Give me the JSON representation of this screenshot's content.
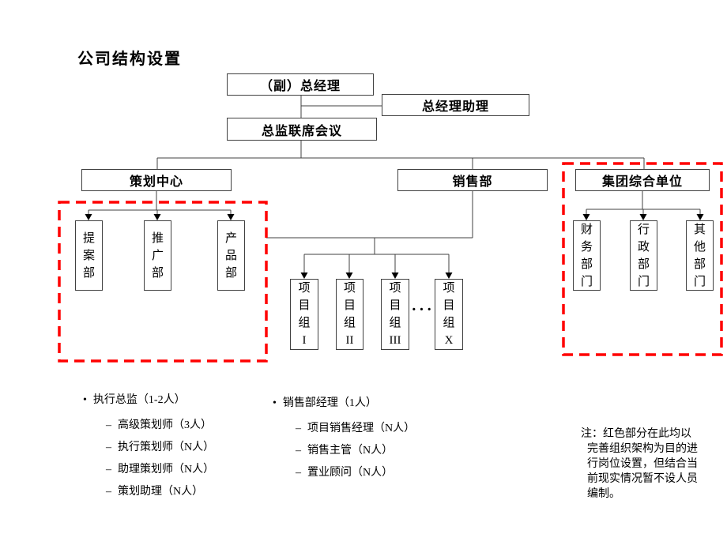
{
  "title": "公司结构设置",
  "org": {
    "gm": "（副）总经理",
    "assistant": "总经理助理",
    "council": "总监联席会议",
    "planning": "策划中心",
    "sales": "销售部",
    "group": "集团综合单位",
    "planning_depts": [
      "提\n案\n部",
      "推\n广\n部",
      "产\n品\n部"
    ],
    "project_teams": [
      "项\n目\n组\nI",
      "项\n目\n组\nII",
      "项\n目\n组\nIII",
      "项\n目\n组\nX"
    ],
    "ellipsis": "···",
    "group_depts": [
      "财\n务\n部\n门",
      "行\n政\n部\n门",
      "其\n他\n部\n门"
    ]
  },
  "lists": [
    {
      "bullet": "•",
      "dash": "–",
      "header": "执行总监（1-2人）",
      "items": [
        "高级策划师（3人）",
        "执行策划师（N人）",
        "助理策划师（N人）",
        "策划助理（N人）"
      ]
    },
    {
      "bullet": "•",
      "dash": "–",
      "header": "销售部经理（1人）",
      "items": [
        "项目销售经理（N人）",
        "销售主管（N人）",
        "置业顾问（N人）"
      ]
    }
  ],
  "note": "注：红色部分在此均以\n完善组织架构为目的进\n行岗位设置，但结合当\n前现实情况暂不设人员\n编制。",
  "colors": {
    "accent_red": "#ff0000",
    "line": "#404040"
  }
}
